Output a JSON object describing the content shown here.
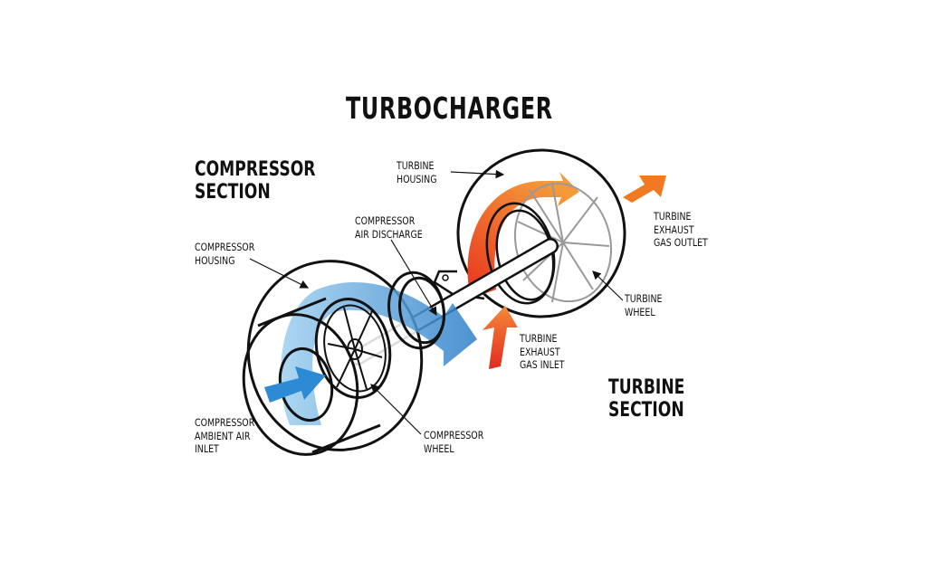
{
  "title": "TURBOCHARGER",
  "sections": {
    "compressor": [
      "COMPRESSOR",
      "SECTION"
    ],
    "turbine": [
      "TURBINE",
      "SECTION"
    ]
  },
  "labels": {
    "turbine_housing": [
      "TURBINE",
      "HOUSING"
    ],
    "compressor_air_discharge": [
      "COMPRESSOR",
      "AIR DISCHARGE"
    ],
    "compressor_housing": [
      "COMPRESSOR",
      "HOUSING"
    ],
    "turbine_exhaust_gas_outlet": [
      "TURBINE",
      "EXHAUST",
      "GAS OUTLET"
    ],
    "turbine_wheel": [
      "TURBINE",
      "WHEEL"
    ],
    "turbine_exhaust_gas_inlet": [
      "TURBINE",
      "EXHAUST",
      "GAS INLET"
    ],
    "compressor_ambient_air_inlet": [
      "COMPRESSOR",
      "AMBIENT AIR",
      "INLET"
    ],
    "compressor_wheel": [
      "COMPRESSOR",
      "WHEEL"
    ]
  },
  "colors": {
    "cold_air": "#3a9ad9",
    "hot_gas": "#f07a22",
    "inlet_gas": "#e8321e",
    "outline": "#111111"
  }
}
